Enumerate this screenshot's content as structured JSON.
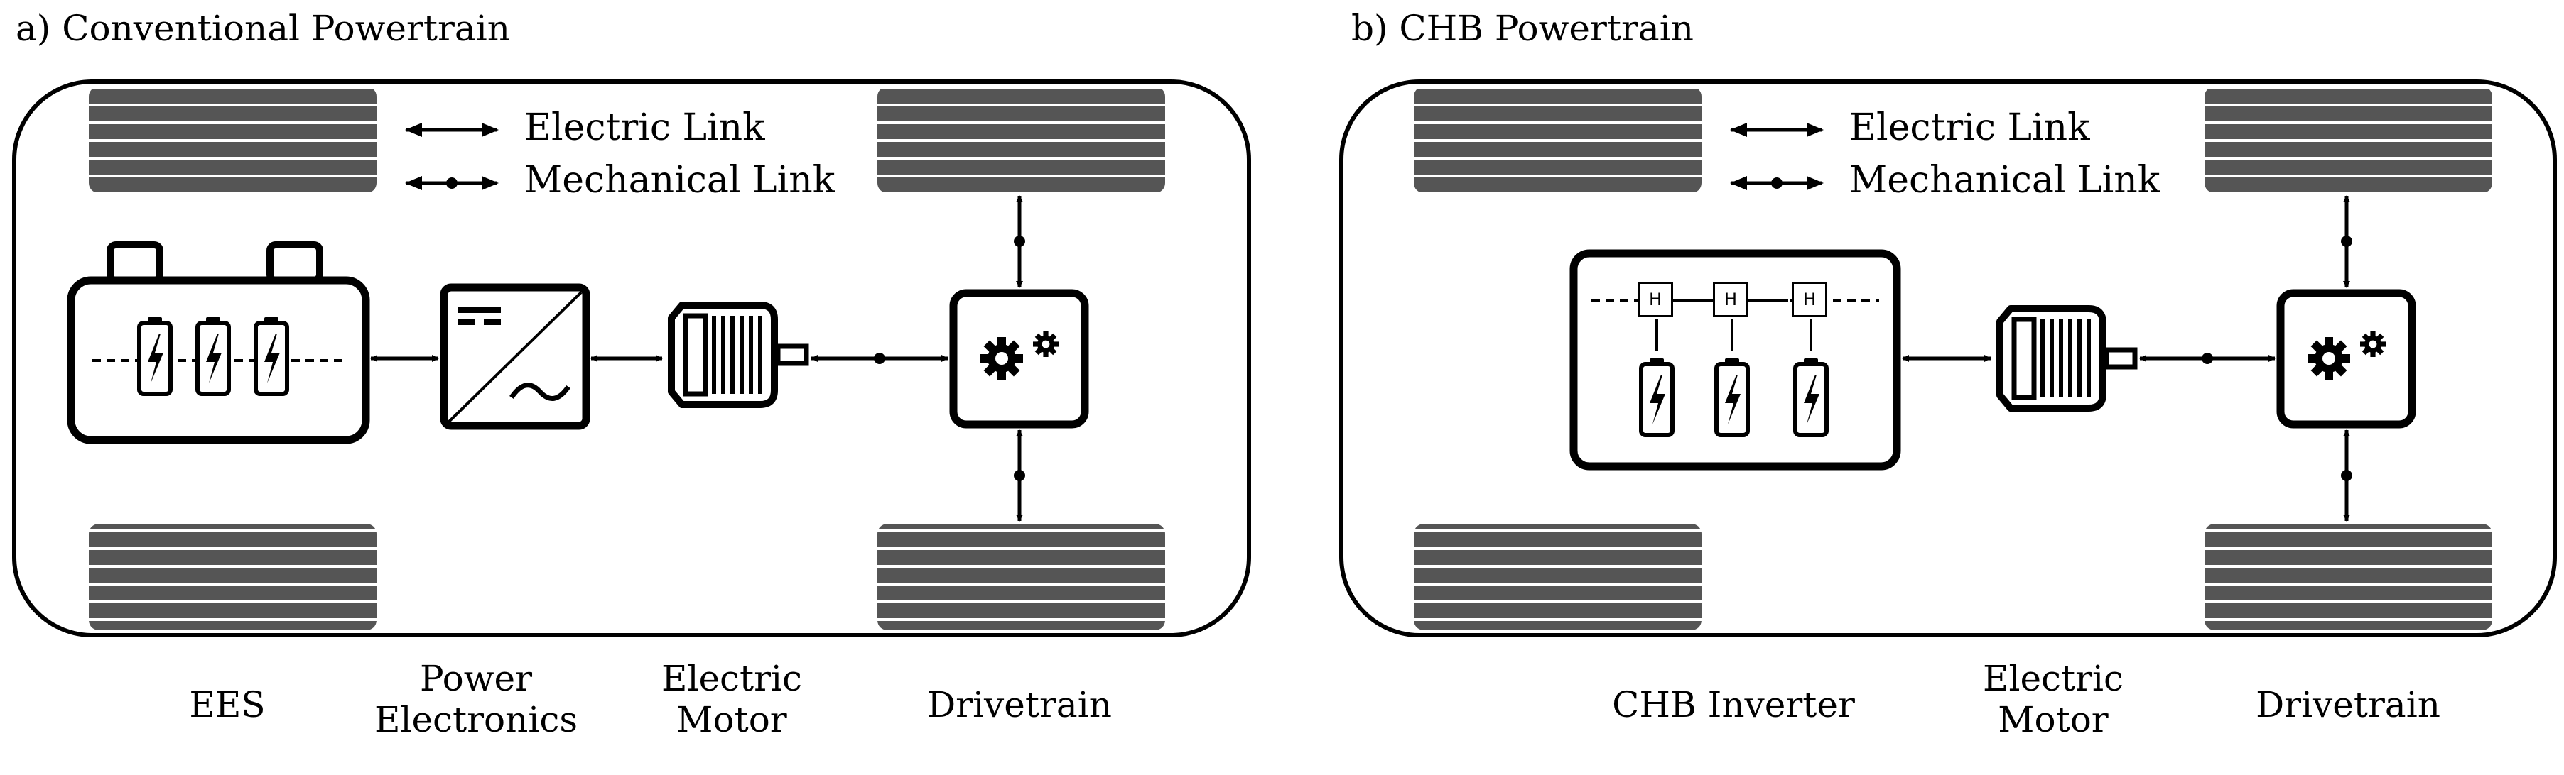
{
  "diagram_a": {
    "title": "a) Conventional Powertrain",
    "legend": {
      "electric": "Electric Link",
      "mechanical": "Mechanical Link"
    },
    "labels": {
      "ees": [
        "EES"
      ],
      "power_electronics": [
        "Power",
        "Electronics"
      ],
      "electric_motor": [
        "Electric",
        "Motor"
      ],
      "drivetrain": [
        "Drivetrain"
      ]
    }
  },
  "diagram_b": {
    "title": "b) CHB Powertrain",
    "legend": {
      "electric": "Electric Link",
      "mechanical": "Mechanical Link"
    },
    "hbridge_label": "H",
    "labels": {
      "chb_inverter": [
        "CHB Inverter"
      ],
      "electric_motor": [
        "Electric",
        "Motor"
      ],
      "drivetrain": [
        "Drivetrain"
      ]
    }
  },
  "colors": {
    "line": "#000000",
    "wheel": "#555555",
    "background": "#ffffff"
  }
}
